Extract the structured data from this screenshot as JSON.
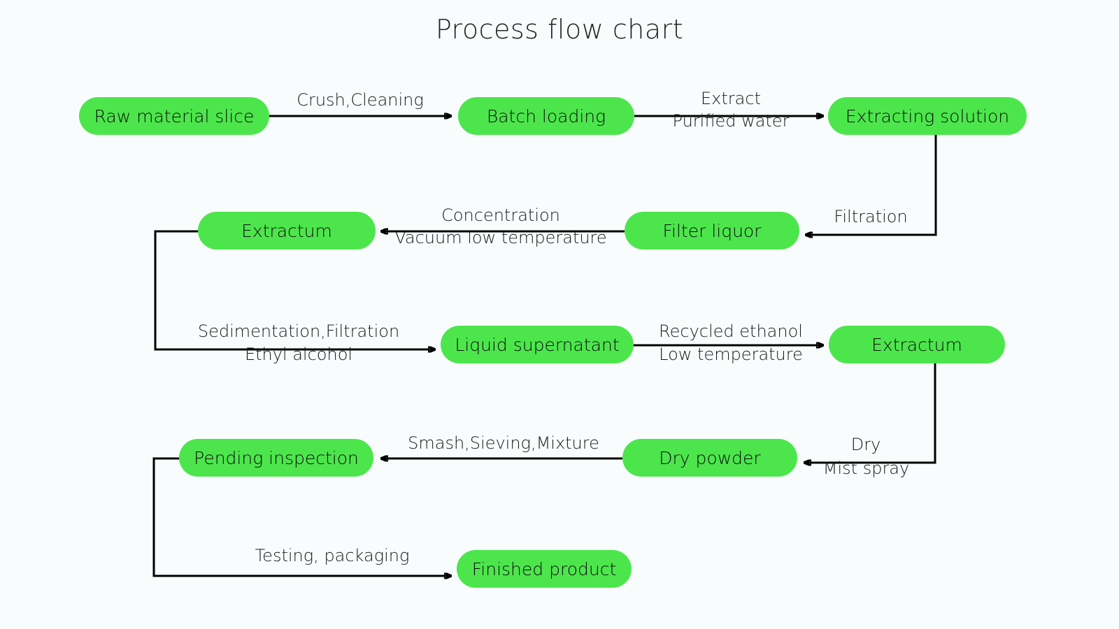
{
  "title": "Process flow chart",
  "colors": {
    "node_fill": "#4ce64c",
    "background": "#f8fcfd",
    "line": "#000000",
    "text": "#101010"
  },
  "nodes": {
    "raw_material_slice": "Raw material slice",
    "batch_loading": "Batch loading",
    "extracting_solution": "Extracting solution",
    "extractum_1": "Extractum",
    "filter_liquor": "Filter liquor",
    "liquid_supernatant": "Liquid supernatant",
    "extractum_2": "Extractum",
    "pending_inspection": "Pending inspection",
    "dry_powder": "Dry powder",
    "finished_product": "Finished product"
  },
  "edge_labels": {
    "crush_cleaning": "Crush,Cleaning",
    "extract_line1": "Extract",
    "extract_line2": "Purified water",
    "filtration": "Filtration",
    "concentration_line1": "Concentration",
    "concentration_line2": "Vacuum low temperature",
    "sedimentation_line1": "Sedimentation,Filtration",
    "sedimentation_line2": "Ethyl alcohol",
    "recycled_line1": "Recycled ethanol",
    "recycled_line2": "Low temperature",
    "dry_line1": "Dry",
    "dry_line2": "Mist spray",
    "smash_sieving": "Smash,Sieving,Mixture",
    "testing_packaging": "Testing, packaging"
  },
  "chart_data": {
    "type": "diagram",
    "title": "Process flow chart",
    "flow": [
      {
        "from": "Raw material slice",
        "to": "Batch loading",
        "label": "Crush,Cleaning"
      },
      {
        "from": "Batch loading",
        "to": "Extracting solution",
        "label": "Extract / Purified water"
      },
      {
        "from": "Extracting solution",
        "to": "Filter liquor",
        "label": "Filtration"
      },
      {
        "from": "Filter liquor",
        "to": "Extractum",
        "label": "Concentration / Vacuum low temperature"
      },
      {
        "from": "Extractum",
        "to": "Liquid supernatant",
        "label": "Sedimentation,Filtration / Ethyl alcohol"
      },
      {
        "from": "Liquid supernatant",
        "to": "Extractum",
        "label": "Recycled ethanol / Low temperature"
      },
      {
        "from": "Extractum",
        "to": "Dry powder",
        "label": "Dry / Mist spray"
      },
      {
        "from": "Dry powder",
        "to": "Pending inspection",
        "label": "Smash,Sieving,Mixture"
      },
      {
        "from": "Pending inspection",
        "to": "Finished product",
        "label": "Testing, packaging"
      }
    ]
  }
}
